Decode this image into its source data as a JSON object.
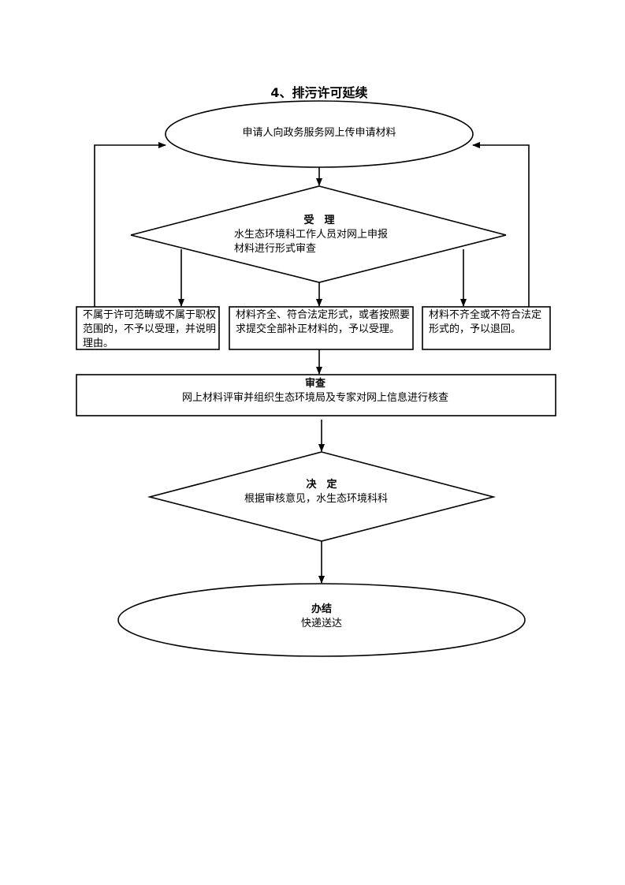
{
  "title": "4、排污许可延续",
  "nodes": {
    "start": {
      "text": "申请人向政务服务网上传申请材料"
    },
    "accept": {
      "heading": "受　理",
      "line1": "水生态环境科工作人员对网上申报",
      "line2": "材料进行形式审查"
    },
    "outcomes": {
      "reject": "不属于许可范畴或不属于职权范围的，不予以受理，并说明理由。",
      "accepted": "材料齐全、符合法定形式，或者按照要求提交全部补正材料的，予以受理。",
      "returned": "材料不齐全或不符合法定形式的，予以退回。"
    },
    "review": {
      "heading": "审查",
      "text": "网上材料评审并组织生态环境局及专家对网上信息进行核查"
    },
    "decision": {
      "heading": "决　定",
      "text": "根据审核意见，水生态环境科科"
    },
    "finish": {
      "heading": "办结",
      "text": "快递送达"
    }
  },
  "colors": {
    "stroke": "#000000",
    "fill": "#ffffff",
    "text": "#000000"
  }
}
